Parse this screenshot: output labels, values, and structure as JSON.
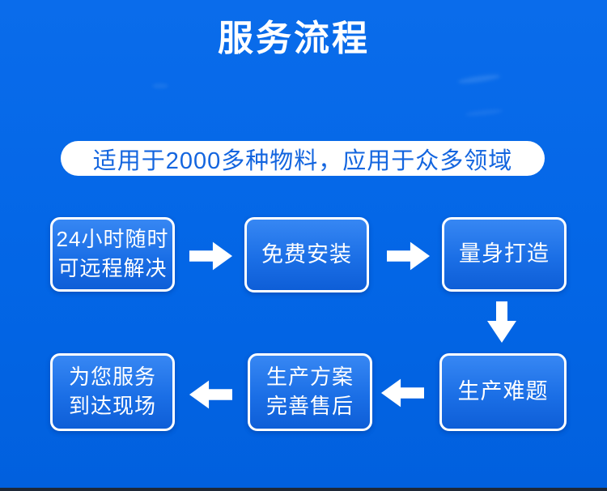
{
  "page": {
    "title": "服务流程",
    "banner": "适用于2000多种物料，应用于众多领域"
  },
  "flow": {
    "steps": [
      {
        "id": "remote-support",
        "lines": [
          "24小时随时",
          "可远程解决"
        ]
      },
      {
        "id": "free-install",
        "lines": [
          "免费安装"
        ]
      },
      {
        "id": "tailor-made",
        "lines": [
          "量身打造"
        ]
      },
      {
        "id": "production-problem",
        "lines": [
          "生产难题"
        ]
      },
      {
        "id": "production-plan-aftersales",
        "lines": [
          "生产方案",
          "完善售后"
        ]
      },
      {
        "id": "onsite-service",
        "lines": [
          "为您服务",
          "到达现场"
        ]
      }
    ],
    "arrows": [
      "right",
      "right",
      "down",
      "left",
      "left"
    ]
  },
  "colors": {
    "background": "#0366e6",
    "box_gradient_top": "#3787f3",
    "box_gradient_bottom": "#0e5ed7",
    "box_border": "#ffffff",
    "title_text": "#ffffff",
    "banner_background": "#ffffff",
    "banner_text": "#1365df",
    "arrow": "#ffffff",
    "bottom_strip": "#1e2837"
  }
}
